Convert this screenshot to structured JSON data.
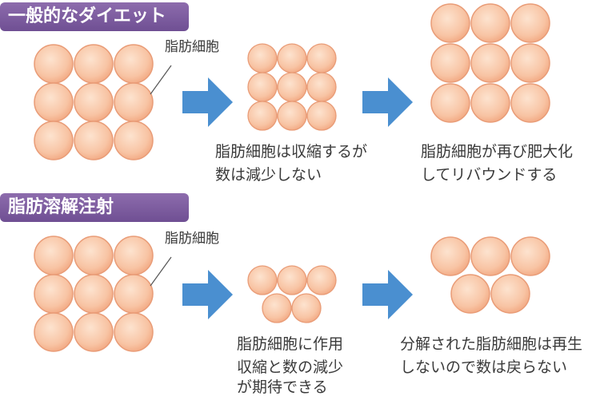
{
  "sections": [
    {
      "header": "一般的なダイエット",
      "fat_cell_label": "脂肪細胞",
      "after_first": [
        "脂肪細胞は収縮するが",
        "数は減少しない"
      ],
      "after_second": [
        "脂肪細胞が再び肥大化",
        "してリバウンドする"
      ]
    },
    {
      "header": "脂肪溶解注射",
      "fat_cell_label": "脂肪細胞",
      "after_first": [
        "脂肪細胞に作用",
        "収縮と数の減少",
        "が期待できる"
      ],
      "after_second": [
        "分解された脂肪細胞は再生",
        "しないので数は戻らない"
      ]
    }
  ],
  "colors": {
    "header": "#7b5a9e",
    "arrow": "#4a8fd0",
    "cell_light": "#fde3cf",
    "cell_dark": "#f2a983",
    "cell_stroke": "#e99c77",
    "text": "#3a3a3a"
  }
}
